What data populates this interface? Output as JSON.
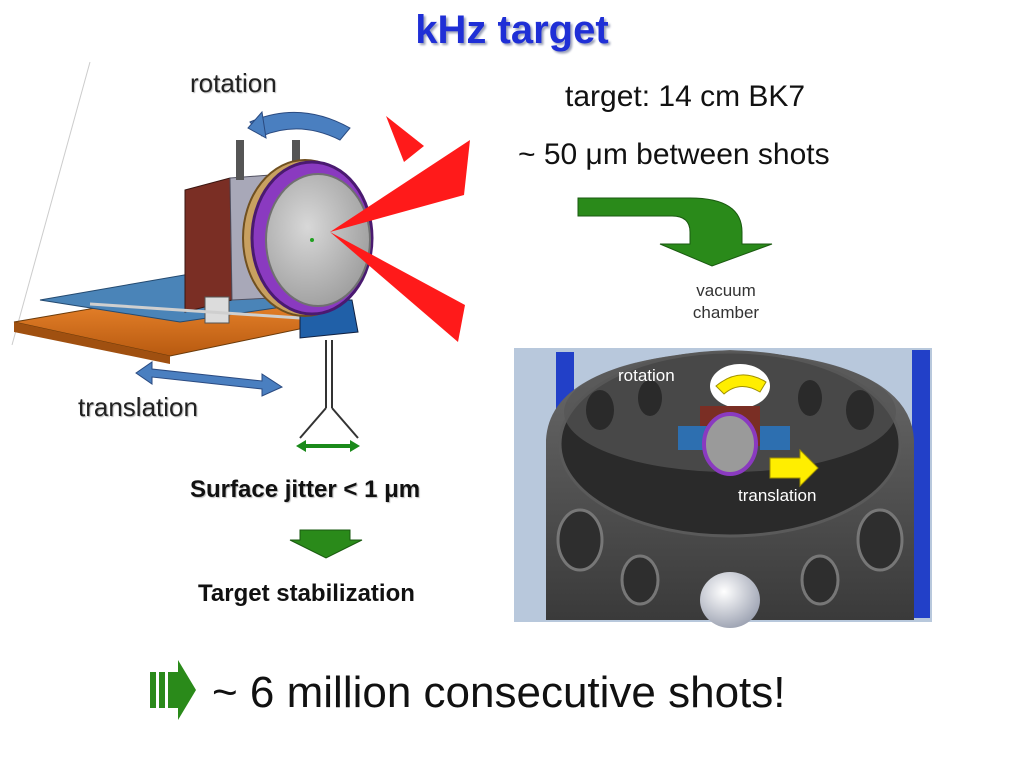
{
  "title": "kHz target",
  "labels": {
    "rotation_left": "rotation",
    "translation_left": "translation",
    "target_spec": "target: 14 cm BK7",
    "spacing": "~ 50 μm between shots",
    "vacuum_chamber": "vacuum\nchamber",
    "rotation_photo": "rotation",
    "translation_photo": "translation",
    "jitter": "Surface jitter < 1 μm",
    "stabilization": "Target stabilization"
  },
  "conclusion": "~ 6 million consecutive shots!",
  "colors": {
    "title": "#1f2fd6",
    "green_arrow": "#2a8a1a",
    "laser_red": "#ff1a1a",
    "blue_arrow": "#4a7fc0",
    "yellow_arrow": "#ffee00"
  },
  "icons": {
    "bullet": "green-block-arrow-icon"
  }
}
